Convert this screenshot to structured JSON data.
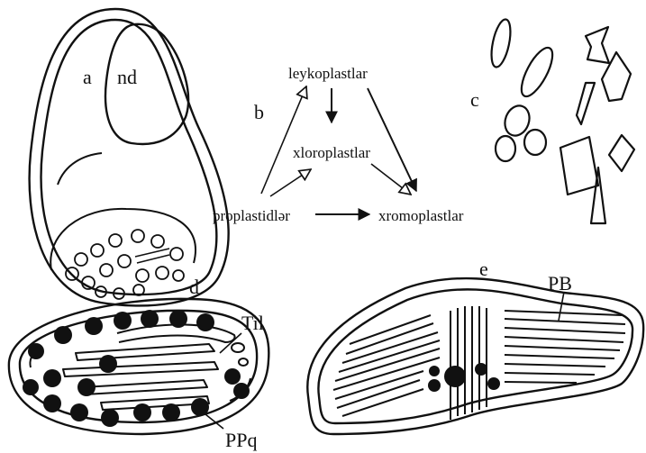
{
  "panels": {
    "a": {
      "letter": "a",
      "nucleus_label": "nd"
    },
    "b": {
      "letter": "b",
      "nodes": {
        "leuco": "leykoplastlar",
        "chloro": "xloroplastlar",
        "pro": "proplastidlər",
        "chromo": "xromoplastlar"
      }
    },
    "c": {
      "letter": "c"
    },
    "d": {
      "letter": "d",
      "thylakoid_label": "Til",
      "plastoglobule_label": "PPq"
    },
    "e": {
      "letter": "e",
      "membrane_label": "PB"
    }
  }
}
